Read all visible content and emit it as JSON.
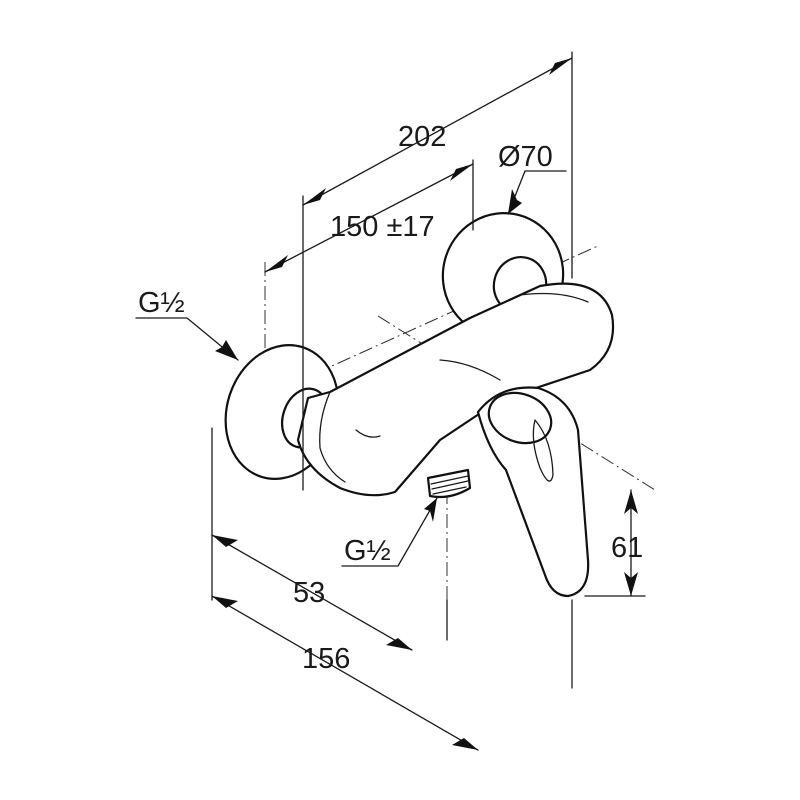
{
  "dimensions": {
    "overall_width": "202",
    "rosette_diameter": "Ø70",
    "inlet_spacing": "150 ±17",
    "inlet_thread_left": "G½",
    "outlet_thread": "G½",
    "outlet_offset": "53",
    "depth": "156",
    "outlet_height": "61"
  }
}
